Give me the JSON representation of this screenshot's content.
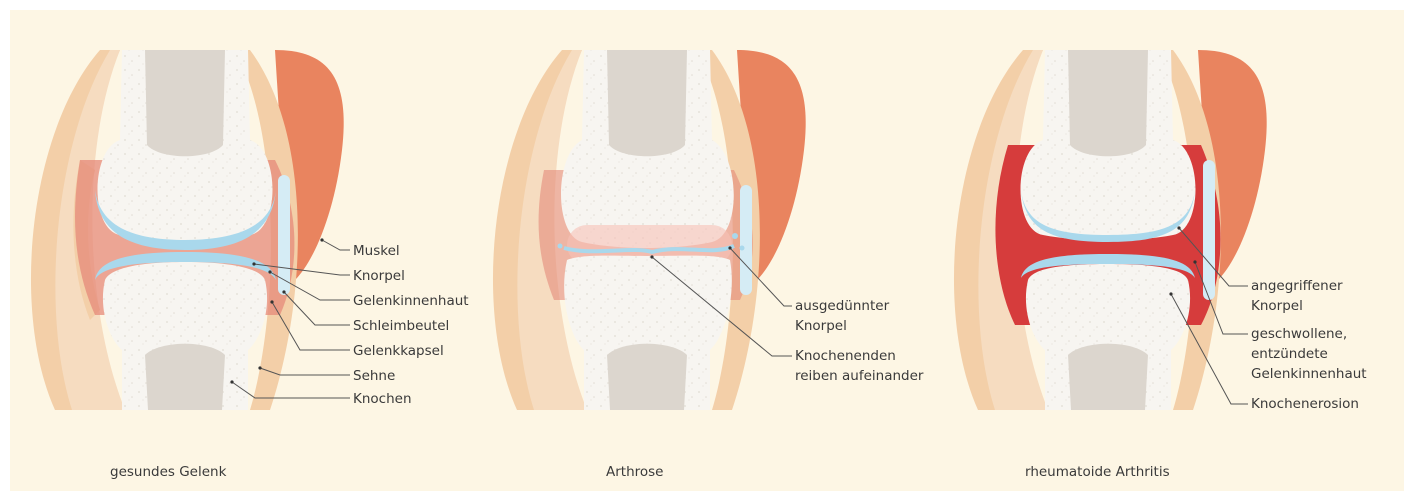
{
  "panels": [
    {
      "caption": "gesundes Gelenk",
      "labels": [
        "Muskel",
        "Knorpel",
        "Gelenkinnenhaut",
        "Schleimbeutel",
        "Gelenkkapsel",
        "Sehne",
        "Knochen"
      ]
    },
    {
      "caption": "Arthrose",
      "labels": [
        "ausgedünnter",
        "Knorpel",
        "Knochenenden",
        "reiben aufeinander"
      ]
    },
    {
      "caption": "rheumatoide Arthritis",
      "labels": [
        "angegriffener",
        "Knorpel",
        "geschwollene,",
        "entzündete",
        "Gelenkinnenhaut",
        "Knochenerosion"
      ]
    }
  ],
  "colors": {
    "background": "#fdf6e4",
    "bone": "#f7f5f1",
    "marrow": "#dcd6ce",
    "cartilage": "#a9d8ec",
    "synovium_healthy": "#e58a7a",
    "synovium_inflamed": "#d63c3c",
    "muscle": "#e9845f",
    "capsule": "#f3cfa8"
  }
}
